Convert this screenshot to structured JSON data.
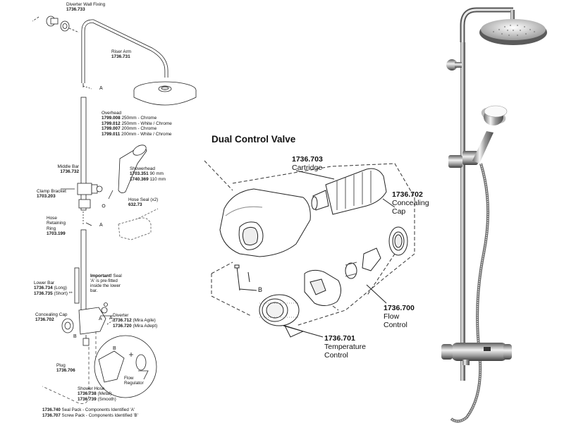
{
  "labels": {
    "diverter_wall_fixing": {
      "name": "Diverter Wall Fixing",
      "code": "1736.733"
    },
    "riser_arm": {
      "name": "Riser Arm",
      "code": "1736.731"
    },
    "overhead": {
      "name": "Overhead",
      "rows": [
        {
          "code": "1799.008",
          "desc": "250mm  -  Chrome"
        },
        {
          "code": "1799.012",
          "desc": "250mm  -  White / Chrome"
        },
        {
          "code": "1799.007",
          "desc": "200mm  -  Chrome"
        },
        {
          "code": "1799.011",
          "desc": "200mm  -  White / Chrome"
        }
      ]
    },
    "middle_bar": {
      "name": "Middle Bar",
      "code": "1736.732"
    },
    "showerhead": {
      "name": "Showerhead",
      "rows": [
        {
          "code": "1703.351",
          "desc": "90 mm"
        },
        {
          "code": "1740.369",
          "desc": "110 mm"
        }
      ]
    },
    "clamp_bracket": {
      "name": "Clamp Bracket",
      "code": "1703.203"
    },
    "hose_seal": {
      "name": "Hose Seal (x2)",
      "code": "632.73"
    },
    "hose_retaining_ring": {
      "line1": "Hose",
      "line2": "Retaining",
      "line3": "Ring",
      "code": "1703.199"
    },
    "important_note": {
      "bold": "Important!",
      "rest1": " Seal",
      "line2": "'A'  is pre-fitted",
      "line3": "inside the lower",
      "line4": "bar."
    },
    "lower_bar": {
      "name": "Lower Bar",
      "code1": "1736.734",
      "desc1": "(Long)",
      "code2": "1736.735",
      "desc2": "(Short) **"
    },
    "concealing_cap_left": {
      "name": "Concealing Cap",
      "code": "1736.702"
    },
    "diverter": {
      "name": "Diverter",
      "code1": "1736.712",
      "desc1": "(Mira Agile)",
      "code2": "1736.720",
      "desc2": "(Mira Adept)"
    },
    "plug": {
      "name": "Plug",
      "code": "1736.706"
    },
    "flow_regulator": {
      "line1": "Flow",
      "line2": "Regulator"
    },
    "shower_hose": {
      "name": "Shower Hose",
      "code1": "1736.738",
      "desc1": "(Metal)",
      "code2": "1736.739",
      "desc2": "(Smooth)"
    },
    "seal_pack": {
      "code": "1736.740",
      "text": "Seal Pack - Components Identified 'A'"
    },
    "screw_pack": {
      "code": "1736.707",
      "text": "Screw Pack - Components Identified 'B'"
    },
    "dual_control_valve": "Dual Control Valve",
    "cartridge": {
      "code": "1736.703",
      "name": "Cartridge"
    },
    "concealing_cap_right": {
      "code": "1736.702",
      "line1": "Concealing",
      "line2": "Cap"
    },
    "flow_control": {
      "code": "1736.700",
      "line1": "Flow",
      "line2": "Control"
    },
    "temperature_control": {
      "code": "1736.701",
      "line1": "Temperature",
      "line2": "Control"
    },
    "letter_a": "A",
    "letter_b": "B"
  }
}
